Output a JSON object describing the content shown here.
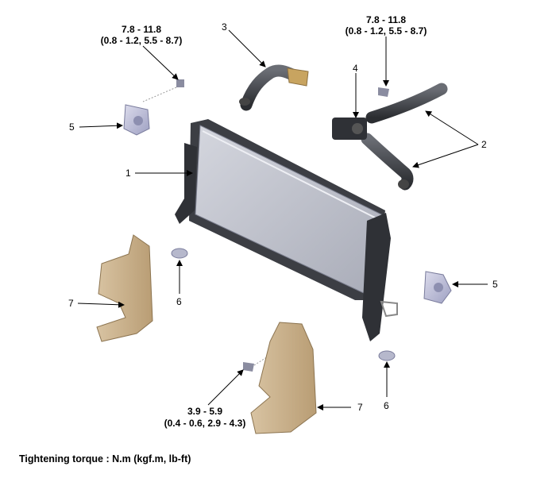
{
  "torque_labels": {
    "upper_left": {
      "line1": "7.8 - 11.8",
      "line2": "(0.8 - 1.2, 5.5 - 8.7)"
    },
    "upper_right": {
      "line1": "7.8 - 11.8",
      "line2": "(0.8 - 1.2, 5.5 - 8.7)"
    },
    "bottom": {
      "line1": "3.9 - 5.9",
      "line2": "(0.4 - 0.6, 2.9 - 4.3)"
    }
  },
  "callouts": {
    "radiator": "1",
    "hose_2": "2",
    "hose_3": "3",
    "valve_4": "4",
    "mount_upper_left": "5",
    "mount_right": "5",
    "insulator_left": "6",
    "insulator_right": "6",
    "air_guard_left": "7",
    "air_guard_bottom": "7"
  },
  "footer": "Tightening torque : N.m (kgf.m, lb-ft)"
}
